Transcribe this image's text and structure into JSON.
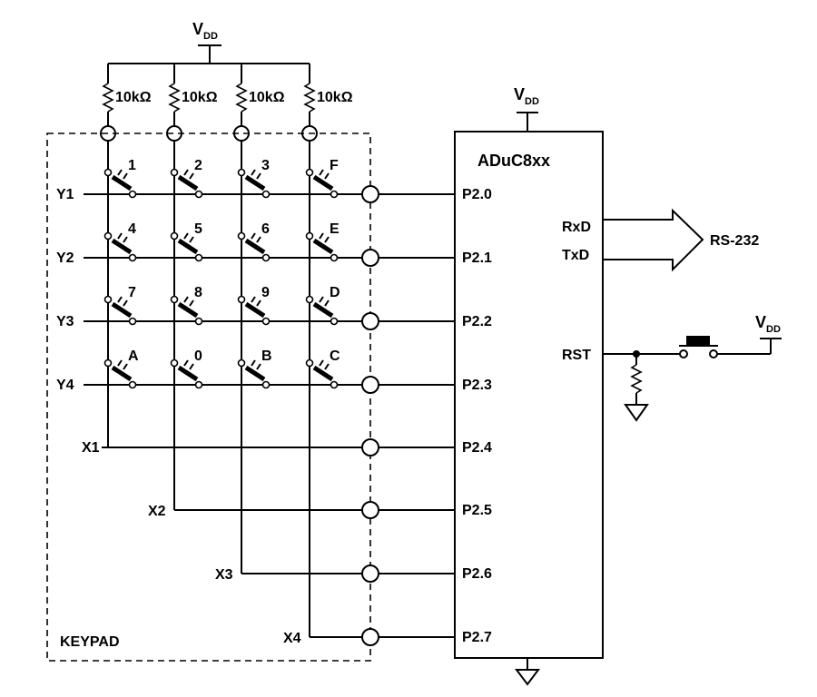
{
  "power": {
    "vdd_main": "V",
    "vdd_main_sub": "DD",
    "vdd_chip": "V",
    "vdd_chip_sub": "DD",
    "vdd_reset": "V",
    "vdd_reset_sub": "DD"
  },
  "resistors": [
    "10kΩ",
    "10kΩ",
    "10kΩ",
    "10kΩ"
  ],
  "keypad": {
    "label": "KEYPAD",
    "rows": [
      "Y1",
      "Y2",
      "Y3",
      "Y4"
    ],
    "columns": [
      "X1",
      "X2",
      "X3",
      "X4"
    ],
    "keys": [
      [
        "1",
        "2",
        "3",
        "F"
      ],
      [
        "4",
        "5",
        "6",
        "E"
      ],
      [
        "7",
        "8",
        "9",
        "D"
      ],
      [
        "A",
        "0",
        "B",
        "C"
      ]
    ]
  },
  "chip": {
    "name": "ADuC8xx",
    "pins": [
      "P2.0",
      "P2.1",
      "P2.2",
      "P2.3",
      "P2.4",
      "P2.5",
      "P2.6",
      "P2.7"
    ],
    "rxd": "RxD",
    "txd": "TxD",
    "rst": "RST"
  },
  "serial": {
    "label": "RS-232"
  }
}
